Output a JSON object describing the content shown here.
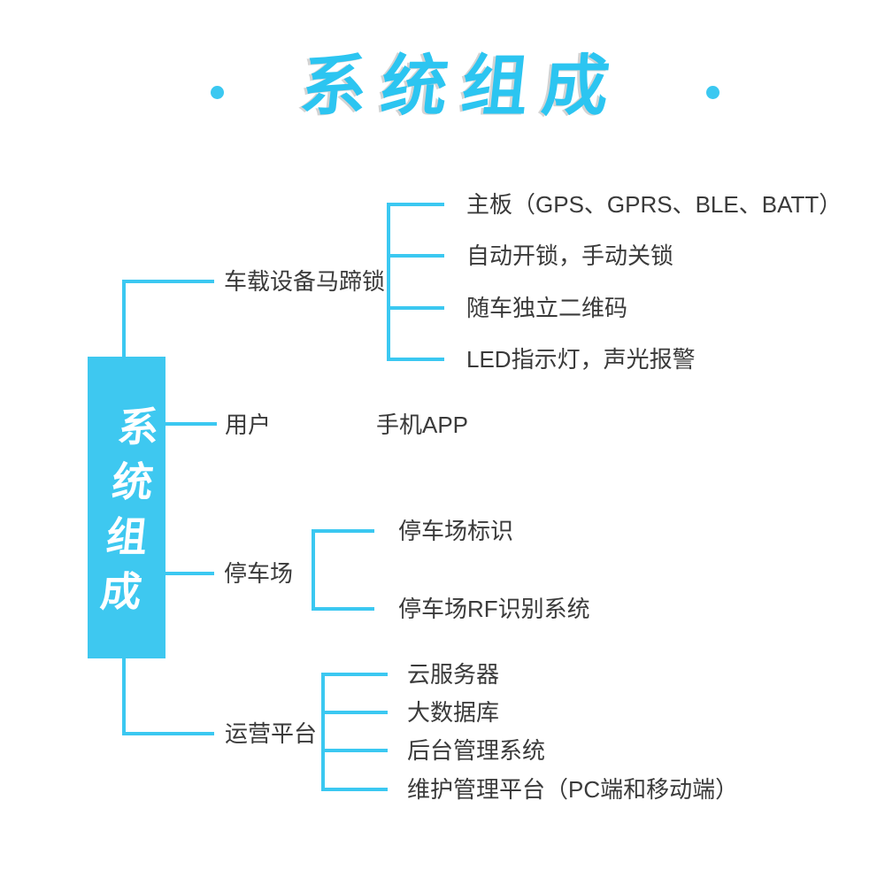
{
  "title": {
    "text": "系统组成"
  },
  "root": {
    "label": "系统组成"
  },
  "branches": [
    {
      "label": "车载设备马蹄锁",
      "children": [
        "主板（GPS、GPRS、BLE、BATT）",
        "自动开锁，手动关锁",
        "随车独立二维码",
        "LED指示灯，声光报警"
      ]
    },
    {
      "label": "用户",
      "children": [
        "手机APP"
      ]
    },
    {
      "label": "停车场",
      "children": [
        "停车场标识",
        "停车场RF识别系统"
      ]
    },
    {
      "label": "运营平台",
      "children": [
        "云服务器",
        "大数据库",
        "后台管理系统",
        "维护管理平台（PC端和移动端）"
      ]
    }
  ],
  "colors": {
    "accent_title": "#2cc5f1",
    "line": "#3bc8f1",
    "node_fill": "#3ec8f0",
    "label_text": "#3a3a3a",
    "root_text": "#ffffff",
    "background": "#ffffff"
  }
}
